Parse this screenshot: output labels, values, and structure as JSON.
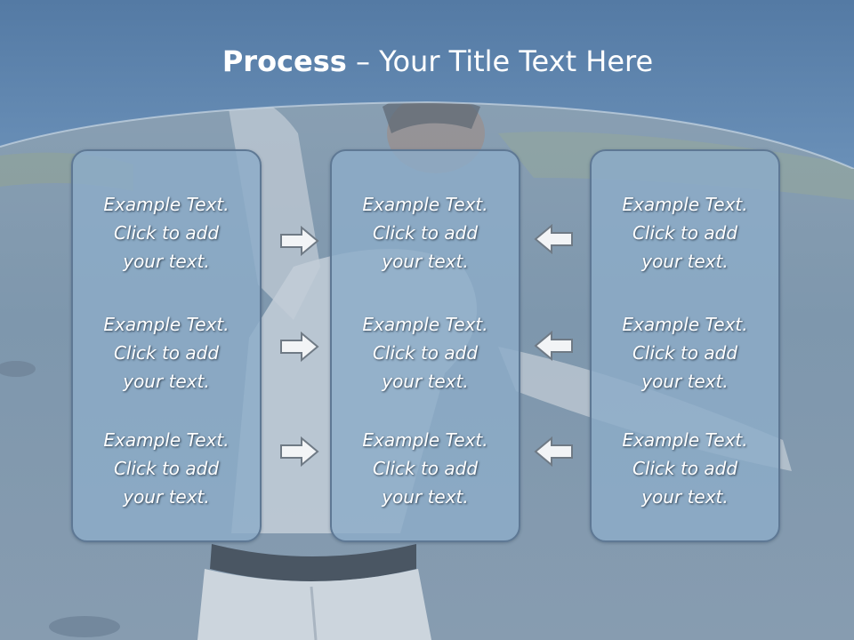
{
  "slide": {
    "title_bold": "Process",
    "title_rest": " – Your Title Text Here"
  },
  "columns": [
    {
      "items": [
        {
          "line1": "Example Text.",
          "line2": "Click  to add",
          "line3": "your text."
        },
        {
          "line1": "Example Text.",
          "line2": "Click  to add",
          "line3": "your text."
        },
        {
          "line1": "Example Text.",
          "line2": "Click  to add",
          "line3": "your text."
        }
      ]
    },
    {
      "items": [
        {
          "line1": "Example Text.",
          "line2": "Click  to add",
          "line3": "your text."
        },
        {
          "line1": "Example Text.",
          "line2": "Click  to add",
          "line3": "your text."
        },
        {
          "line1": "Example Text.",
          "line2": "Click  to add",
          "line3": "your text."
        }
      ]
    },
    {
      "items": [
        {
          "line1": "Example Text.",
          "line2": "Click  to add",
          "line3": "your text."
        },
        {
          "line1": "Example Text.",
          "line2": "Click  to add",
          "line3": "your text."
        },
        {
          "line1": "Example Text.",
          "line2": "Click  to add",
          "line3": "your text."
        }
      ]
    }
  ],
  "icons": {
    "left_arrows": "arrow-right-icon",
    "right_arrows": "arrow-left-icon"
  },
  "colors": {
    "header_blue": "#5f86b0",
    "box_fill": "#8cacc8",
    "box_border": "#5e7894",
    "text": "#ffffff"
  }
}
